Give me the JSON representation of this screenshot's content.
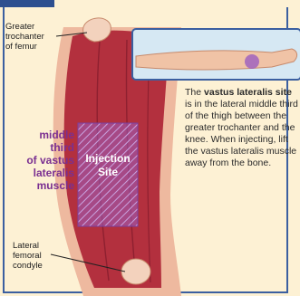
{
  "labels": {
    "greater_trochanter": [
      "Greater",
      "trochanter",
      "of femur"
    ],
    "middle_third": [
      "middle",
      "third",
      "of vastus",
      "lateralis",
      "muscle"
    ],
    "injection_site": [
      "Injection",
      "Site"
    ],
    "lateral_femoral": [
      "Lateral",
      "femoral",
      "condyle"
    ]
  },
  "description": {
    "intro": "The ",
    "bold": "vastus lateralis site",
    "rest": " is in the lateral middle third of the thigh between the greater trochanter and the knee. When injecting, lift the vastus lateralis muscle away from the bone."
  },
  "colors": {
    "background": "#fdf1d4",
    "muscle": "#b5323f",
    "skin": "#e9b79a",
    "injection_zone": "#9b5cc0",
    "accent_label": "#7a2f91",
    "frame": "#3b5fa0"
  }
}
